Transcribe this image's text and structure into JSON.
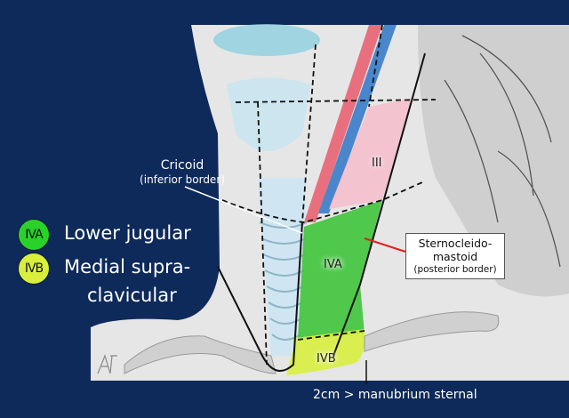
{
  "colors": {
    "background": "#0e2a5a",
    "level_iva": "#3ec43a",
    "level_ivb": "#d8ee3e",
    "level_iii": "#f3c3cf",
    "carotid": "#e8707e",
    "jugular": "#4a86cc",
    "pointer_red": "#e02020"
  },
  "labels": {
    "cricoid_title": "Cricoid",
    "cricoid_sub": "(inferior border)",
    "scm_line1": "Sternocleido-",
    "scm_line2": "mastoid",
    "scm_sub": "(posterior border)",
    "manubrium": "2cm > manubrium sternal"
  },
  "zones": {
    "iii": "III",
    "iva": "IVA",
    "ivb": "IVB"
  },
  "legend": [
    {
      "badge": "IVA",
      "line1": "Lower jugular",
      "line2": ""
    },
    {
      "badge": "IVB",
      "line1": "Medial supra-",
      "line2": "clavicular"
    }
  ],
  "signature": "AF"
}
